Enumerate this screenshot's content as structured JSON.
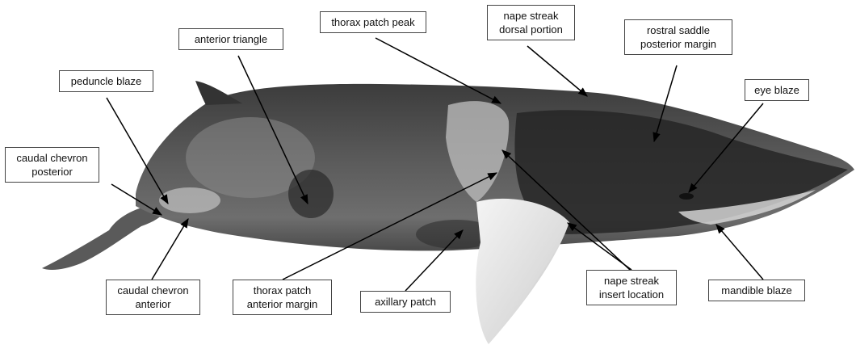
{
  "colors": {
    "background": "#ffffff",
    "label_border": "#444444",
    "arrow": "#000000"
  },
  "subject": "minke-whale-lateral-view",
  "labels": [
    {
      "id": "peduncle-blaze",
      "lines": [
        "peduncle blaze"
      ]
    },
    {
      "id": "anterior-triangle",
      "lines": [
        "anterior triangle"
      ]
    },
    {
      "id": "thorax-patch-peak",
      "lines": [
        "thorax patch peak"
      ]
    },
    {
      "id": "nape-streak-dorsal-portion",
      "lines": [
        "nape streak",
        "dorsal portion"
      ]
    },
    {
      "id": "rostral-saddle-posterior-margin",
      "lines": [
        "rostral saddle",
        "posterior margin"
      ]
    },
    {
      "id": "eye-blaze",
      "lines": [
        "eye blaze"
      ]
    },
    {
      "id": "caudal-chevron-posterior",
      "lines": [
        "caudal chevron",
        "posterior"
      ]
    },
    {
      "id": "caudal-chevron-anterior",
      "lines": [
        "caudal chevron",
        "anterior"
      ]
    },
    {
      "id": "thorax-patch-anterior-margin",
      "lines": [
        "thorax patch",
        "anterior margin"
      ]
    },
    {
      "id": "axillary-patch",
      "lines": [
        "axillary patch"
      ]
    },
    {
      "id": "nape-streak-insert-location",
      "lines": [
        "nape streak",
        "insert location"
      ]
    },
    {
      "id": "mandible-blaze",
      "lines": [
        "mandible blaze"
      ]
    }
  ]
}
